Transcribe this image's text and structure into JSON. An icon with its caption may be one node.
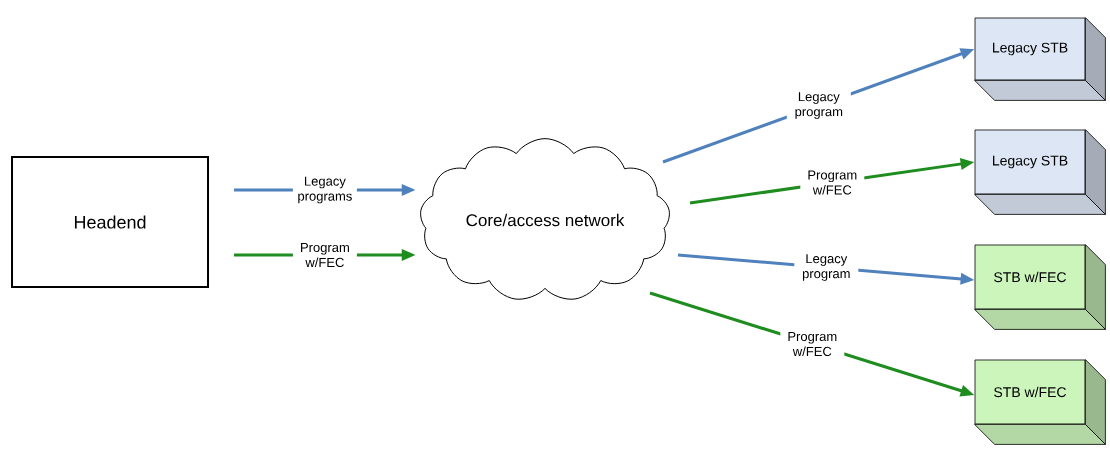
{
  "diagram": {
    "nodes": [
      {
        "text": [
          "Headend"
        ]
      },
      {
        "text": [
          "Core/access network"
        ]
      },
      {
        "text": [
          "Legacy STB"
        ]
      },
      {
        "text": [
          "Legacy STB"
        ]
      },
      {
        "text": [
          "STB w/FEC"
        ]
      },
      {
        "text": [
          "STB w/FEC"
        ]
      }
    ],
    "edges": [
      {
        "from": 0,
        "to": 1,
        "arrow": "to",
        "label": "Legacy programs",
        "color": "#4f81bd"
      },
      {
        "from": 0,
        "to": 1,
        "arrow": "to",
        "label": "Program w/FEC",
        "color": "#1e8c1e"
      },
      {
        "from": 1,
        "to": 2,
        "arrow": "to",
        "label": "Legacy program",
        "color": "#4f81bd"
      },
      {
        "from": 1,
        "to": 3,
        "arrow": "to",
        "label": "Program w/FEC",
        "color": "#1e8c1e"
      },
      {
        "from": 1,
        "to": 4,
        "arrow": "to",
        "label": "Legacy program",
        "color": "#4f81bd"
      },
      {
        "from": 1,
        "to": 5,
        "arrow": "to",
        "label": "Program w/FEC",
        "color": "#1e8c1e"
      }
    ]
  }
}
